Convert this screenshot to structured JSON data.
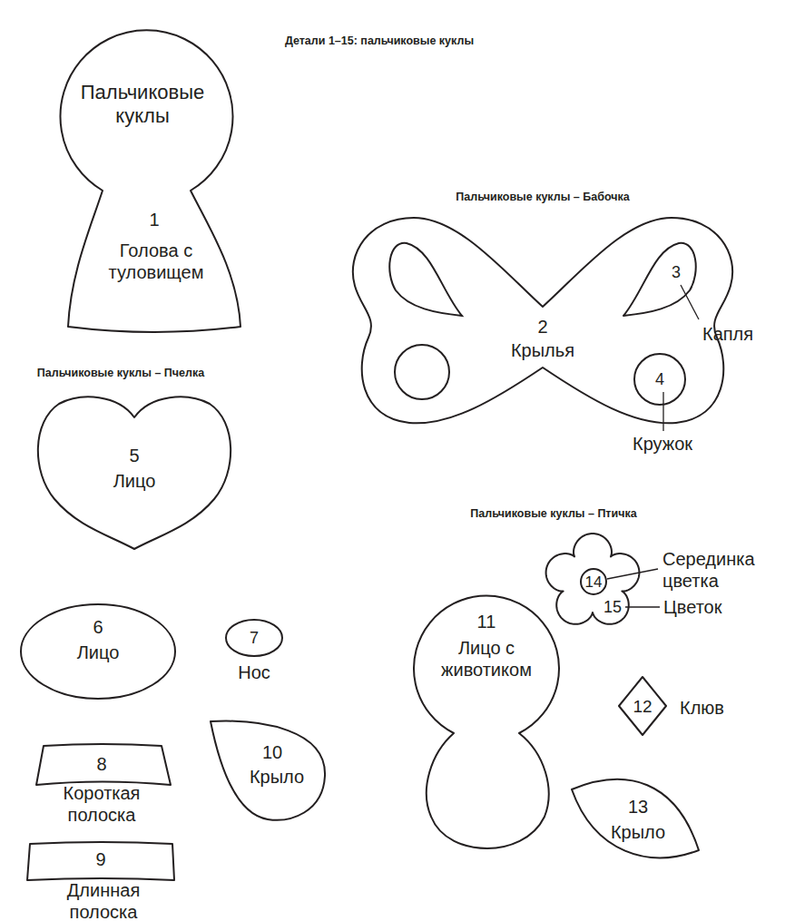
{
  "diagram": {
    "title": "Детали 1–15: пальчиковые куклы",
    "nodes": [
      {
        "text": [
          "Пальчиковые куклы",
          "1",
          "Голова с туловищем"
        ]
      },
      {
        "text": [
          "2",
          "Крылья"
        ]
      },
      {
        "text": [
          "3",
          "Капля"
        ],
        "in": 1
      },
      {
        "text": [
          "4",
          "Кружок"
        ],
        "in": 1
      },
      {
        "text": [
          "5",
          "Лицо"
        ]
      },
      {
        "text": [
          "6",
          "Лицо"
        ]
      },
      {
        "text": [
          "7",
          "Нос"
        ]
      },
      {
        "text": [
          "8",
          "Короткая полоска"
        ]
      },
      {
        "text": [
          "9",
          "Длинная полоска"
        ]
      },
      {
        "text": [
          "10",
          "Крыло"
        ]
      },
      {
        "text": [
          "15",
          "Цветок"
        ]
      },
      {
        "text": [
          "14",
          "Серединка цветка"
        ],
        "in": 10
      },
      {
        "text": [
          "11",
          "Лицо с животиком"
        ]
      },
      {
        "text": [
          "12",
          "Клюв"
        ]
      },
      {
        "text": [
          "13",
          "Крыло"
        ]
      }
    ],
    "labels": [
      "Пальчиковые куклы – Бабочка",
      "Пальчиковые куклы – Пчелка",
      "Пальчиковые куклы – Птичка"
    ]
  }
}
